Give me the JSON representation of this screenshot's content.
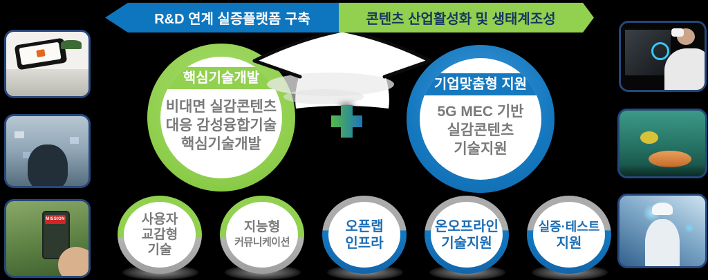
{
  "colors": {
    "background": "#000000",
    "banner_blue": "#0E76BE",
    "banner_green": "#92D050",
    "banner_green_text": "#17375E",
    "circle_green": "#92D050",
    "circle_blue": "#1579C0",
    "body_text_gray": "#7A7A7A",
    "sub_text_blue": "#1C6EB4",
    "ring_gray": "#ABABAB",
    "plus_gradient_start": "#54B948",
    "plus_gradient_end": "#1C75BB"
  },
  "banners": {
    "left": {
      "text": "R&D 연계 실증플랫폼 구축"
    },
    "right": {
      "text": "콘텐츠 산업활성화 및 생태계조성"
    }
  },
  "main_circles": [
    {
      "title": "핵심기술개발",
      "lines": [
        "비대면 실감콘텐츠",
        "대응 감성융합기술",
        "핵심기술개발"
      ]
    },
    {
      "title": "기업맞춤형 지원",
      "lines": [
        "5G MEC 기반",
        "실감콘텐츠",
        "기술지원"
      ]
    }
  ],
  "sub_circles": [
    {
      "theme": "green",
      "lines": [
        "사용자",
        "교감형",
        "기술"
      ]
    },
    {
      "theme": "green",
      "lines": [
        "지능형",
        "커뮤니케이션"
      ]
    },
    {
      "theme": "blue",
      "lines": [
        "오픈랩",
        "인프라"
      ]
    },
    {
      "theme": "blue",
      "lines": [
        "온오프라인",
        "기술지원"
      ]
    },
    {
      "theme": "blue",
      "lines": [
        "실증·테스트",
        "지원"
      ]
    }
  ],
  "side_images": {
    "left": [
      {
        "name": "ar-heritage-smartphone-photo"
      },
      {
        "name": "vr-face-floating-media-photo"
      },
      {
        "name": "ar-mission-camping-photo",
        "label": "MISSION"
      }
    ],
    "right": [
      {
        "name": "vr-headset-virtual-human-photo"
      },
      {
        "name": "underwater-vr-aquarium-photo"
      },
      {
        "name": "medical-hologram-photo"
      }
    ]
  }
}
